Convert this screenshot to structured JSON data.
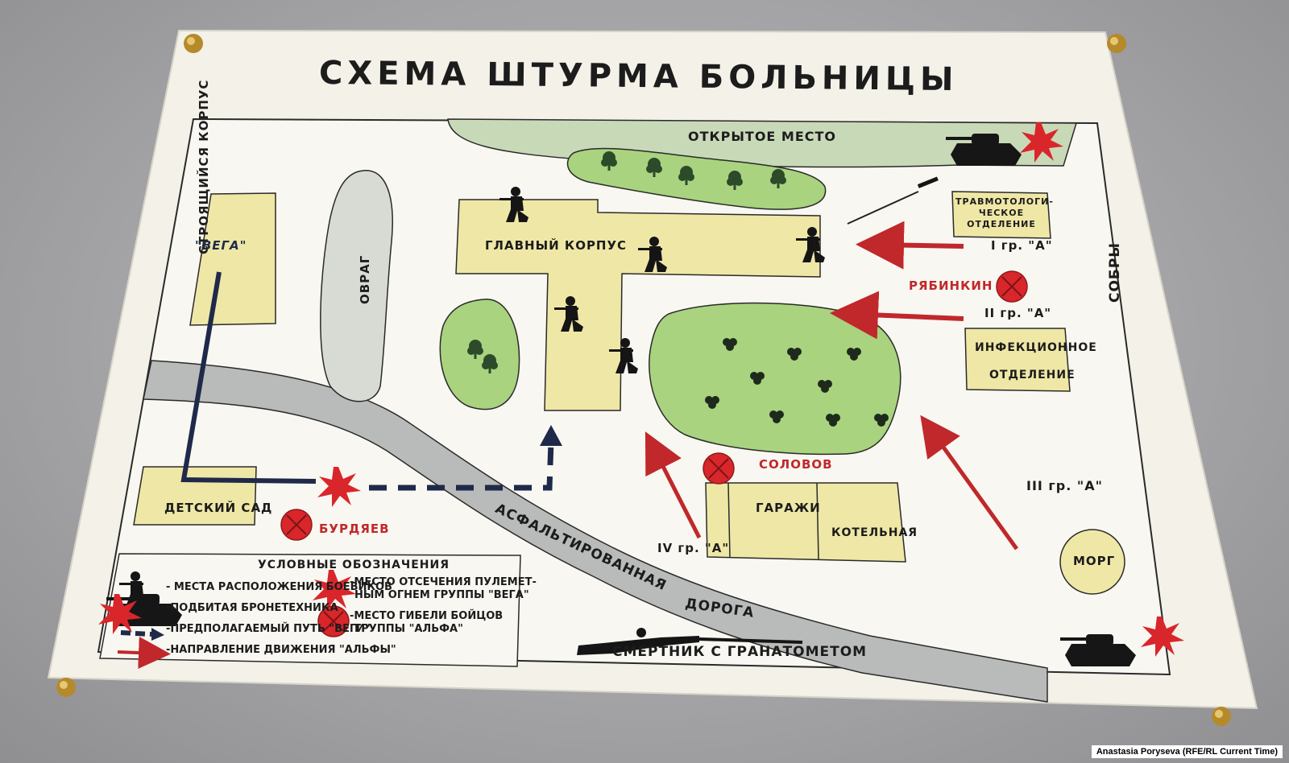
{
  "title": "СХЕМА ШТУРМА БОЛЬНИЦЫ",
  "places": {
    "open_place": "ОТКРЫТОЕ МЕСТО",
    "main_building": "ГЛАВНЫЙ КОРПУС",
    "building_under_construction": "СТРОЯЩИЙСЯ КОРПУС",
    "ravine": "ОВРАГ",
    "kindergarten": "ДЕТСКИЙ САД",
    "trauma_dept": "ТРАВМОТОЛОГИ- ЧЕСКОЕ ОТДЕЛЕНИЕ",
    "infectious_dept_line1": "ИНФЕКЦИОННОЕ",
    "infectious_dept_line2": "ОТДЕЛЕНИЕ",
    "garages": "ГАРАЖИ",
    "boiler_room": "КОТЕЛЬНАЯ",
    "morgue": "МОРГ",
    "road_line1": "АСФАЛЬТИРОВАННАЯ",
    "road_line2": "ДОРОГА",
    "sobr": "СОБРЫ",
    "suicide_bomber": "СМЕРТНИК С ГРАНАТОМЕТОМ"
  },
  "groups": {
    "vega": "\"ВЕГА\"",
    "group1": "I гр. \"А\"",
    "group2": "II гр. \"А\"",
    "group3": "III гр. \"А\"",
    "group4": "IV гр. \"А\""
  },
  "names": {
    "ryabinkin": "РЯБИНКИН",
    "solovov": "СОЛОВОВ",
    "burdyaev": "БУРДЯЕВ"
  },
  "legend": {
    "title": "УСЛОВНЫЕ ОБОЗНАЧЕНИЯ",
    "militants": "- МЕСТА РАСПОЛОЖЕНИЯ БОЕВИКОВ",
    "destroyed_armor": "-ПОДБИТАЯ БРОНЕТЕХНИКА",
    "vega_path": "-ПРЕДПОЛАГАЕМЫЙ ПУТЬ \"ВЕГИ\"",
    "alpha_direction": "-НАПРАВЛЕНИЕ ДВИЖЕНИЯ \"АЛЬФЫ\"",
    "cutoff_line1": "-МЕСТО ОТСЕЧЕНИЯ ПУЛЕМЕТ-",
    "cutoff_line2": "НЫМ ОГНЕМ ГРУППЫ \"ВЕГА\"",
    "death_line1": "-МЕСТО ГИБЕЛИ БОЙЦОВ",
    "death_line2": "ГРУППЫ \"АЛЬФА\""
  },
  "credit": "Anastasia Poryseva (RFE/RL Current Time)",
  "colors": {
    "alpha_red": "#c0282b",
    "vega_blue": "#1f2a4a",
    "building_yellow": "#efe7a6",
    "vegetation_green": "#a9d37f",
    "road_grey": "#b7b9b8",
    "paper": "#f3f1e8"
  },
  "icons": [
    "soldier-icon",
    "tank-icon",
    "explosion-icon",
    "death-marker-icon",
    "tree-icon",
    "shrub-icon",
    "rocket-icon",
    "thumbtack-icon"
  ]
}
